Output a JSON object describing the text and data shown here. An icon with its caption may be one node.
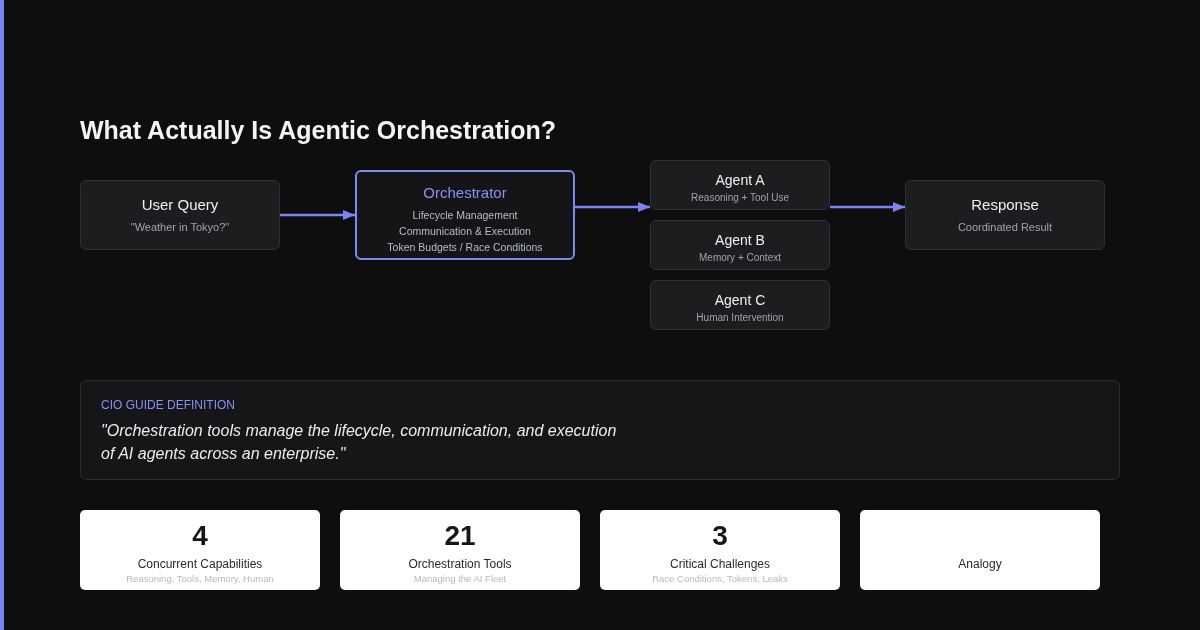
{
  "diagram": {
    "title": "What Actually Is Agentic Orchestration?",
    "nodes": [
      {
        "text": [
          "User Query",
          "\"Weather in Tokyo?\""
        ]
      },
      {
        "text": [
          "Orchestrator",
          "Lifecycle Management",
          "Communication & Execution",
          "Token Budgets / Race Conditions"
        ]
      },
      {
        "text": [
          "Agent A",
          "Reasoning + Tool Use"
        ]
      },
      {
        "text": [
          "Agent B",
          "Memory + Context"
        ]
      },
      {
        "text": [
          "Agent C",
          "Human Intervention"
        ]
      },
      {
        "text": [
          "Response",
          "Coordinated Result"
        ]
      },
      {
        "text": [
          "CIO GUIDE DEFINITION",
          "\"Orchestration tools manage the lifecycle, communication, and execution of AI agents across an enterprise.\""
        ]
      },
      {
        "text": [
          "4",
          "Concurrent Capabilities",
          "Reasoning, Tools, Memory, Human"
        ]
      },
      {
        "text": [
          "21",
          "Orchestration Tools",
          "Managing the AI Fleet"
        ]
      },
      {
        "text": [
          "3",
          "Critical Challenges",
          "Race Conditions, Tokens, Leaks"
        ]
      },
      {
        "text": [
          "Analogy"
        ]
      }
    ],
    "edges": [
      {
        "from": 0,
        "to": 1,
        "arrow": "to"
      },
      {
        "from": 1,
        "to": 2,
        "arrow": "to"
      },
      {
        "from": 2,
        "to": 5,
        "arrow": "to"
      }
    ]
  }
}
